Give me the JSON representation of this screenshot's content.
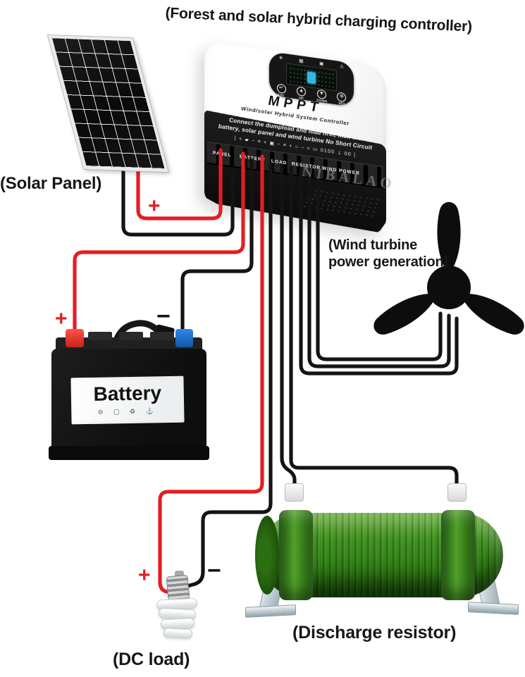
{
  "title": "(Forest and solar hybrid charging controller)",
  "watermark": "NIBALAO",
  "solar_panel": {
    "label": "(Solar Panel)",
    "polarity_plus": "+"
  },
  "controller": {
    "model": "MPPT",
    "subtitle": "Wind/solar Hybrid System Controller",
    "warning_line1": "Connect the dumpload and load first, then the",
    "warning_line2": "battery, solar panel and wind turbine No Short Circuit",
    "top_icons": [
      {
        "name": "wind-turbine-icon",
        "glyph": "✵"
      },
      {
        "name": "solar-panel-icon",
        "glyph": "▦"
      },
      {
        "name": "battery-icon",
        "glyph": "▣"
      },
      {
        "name": "alarm-icon",
        "glyph": "⚠"
      }
    ],
    "buttons": [
      {
        "glyph": "↵",
        "label": "ESC"
      },
      {
        "glyph": "▲",
        "label": "UP"
      },
      {
        "glyph": "▼",
        "label": "DOWN"
      },
      {
        "glyph": "⊕",
        "label": "SET"
      }
    ],
    "port_icons": "| + ▰ − ≡ + ▣ − ≡ + ○ − ≈ ▭ 0100 ⊥ 00 |",
    "terminals": [
      "PANEL",
      "BATTERY",
      "LOAD",
      "RESISTOR",
      "WIND POWER"
    ]
  },
  "wind_turbine": {
    "label_line1": "(Wind turbine",
    "label_line2": "power generation)"
  },
  "battery": {
    "label": "Battery",
    "polarity_plus": "+",
    "polarity_minus": "−",
    "cert_icons": "⊖ ▢ ♻ ⚓"
  },
  "dc_load": {
    "label": "(DC load)",
    "polarity_plus": "+",
    "polarity_minus": "−"
  },
  "discharge_resistor": {
    "label": "(Discharge resistor)"
  },
  "colors": {
    "wire_red": "#e31e24",
    "wire_black": "#141414",
    "resistor_green": "#3f9020",
    "battery_terminal_red": "#e53935",
    "battery_terminal_blue": "#1e6fd0",
    "lcd_icon_blue": "#35b6e0"
  }
}
